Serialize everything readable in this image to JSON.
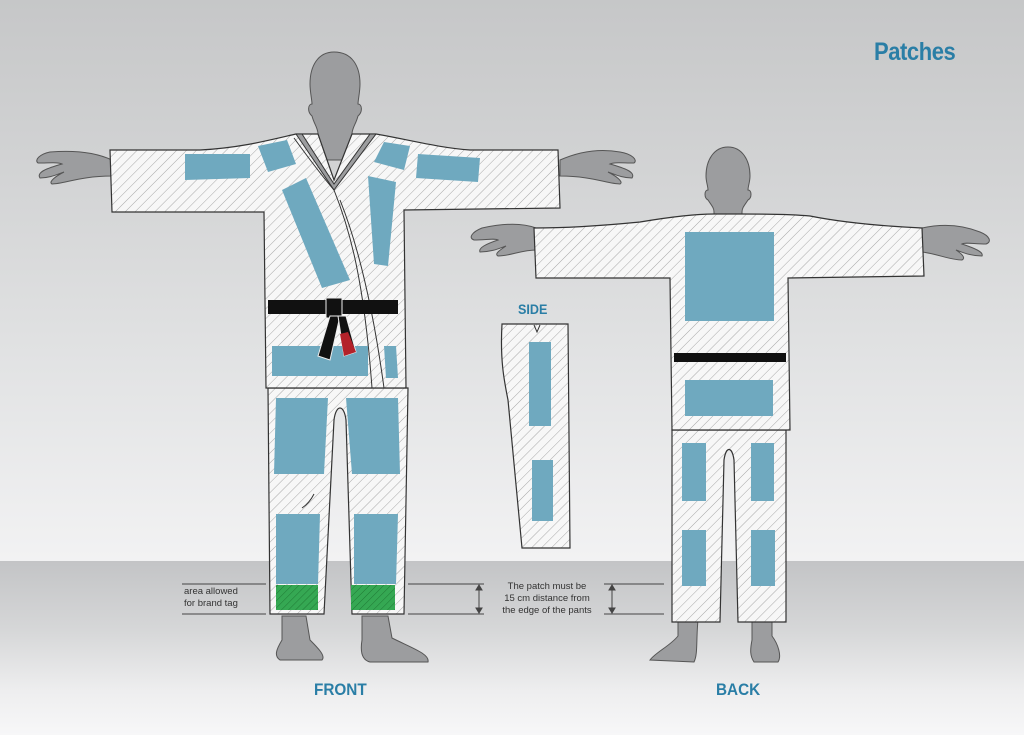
{
  "title": "Patches",
  "views": {
    "front": "FRONT",
    "back": "BACK",
    "side": "SIDE"
  },
  "annotations": {
    "brand_tag": {
      "line1": "area allowed",
      "line2": "for brand tag"
    },
    "distance": {
      "line1": "The patch must be",
      "line2": "15 cm distance from",
      "line3": "the edge of the pants"
    }
  },
  "colors": {
    "patch": "#6fa9bf",
    "brand_tag_area": "#33a852",
    "title": "#2a7ea6",
    "belt": "#111111",
    "belt_tip": "#b3222a",
    "body": "#9b9c9e",
    "outline": "#333333"
  },
  "patch_zones": {
    "front_jacket": [
      "left-sleeve",
      "right-sleeve",
      "left-shoulder",
      "right-shoulder",
      "left-chest-lapel",
      "right-chest-lapel",
      "lower-left-skirt",
      "lower-right-skirt"
    ],
    "front_pants": [
      "left-thigh",
      "right-thigh",
      "left-shin",
      "right-shin"
    ],
    "front_brand_tag": [
      "left-cuff",
      "right-cuff"
    ],
    "side_pants": [
      "upper-side",
      "lower-side"
    ],
    "back_jacket": [
      "upper-back",
      "lower-back"
    ],
    "back_pants": [
      "left-thigh",
      "right-thigh",
      "left-calf",
      "right-calf"
    ]
  }
}
